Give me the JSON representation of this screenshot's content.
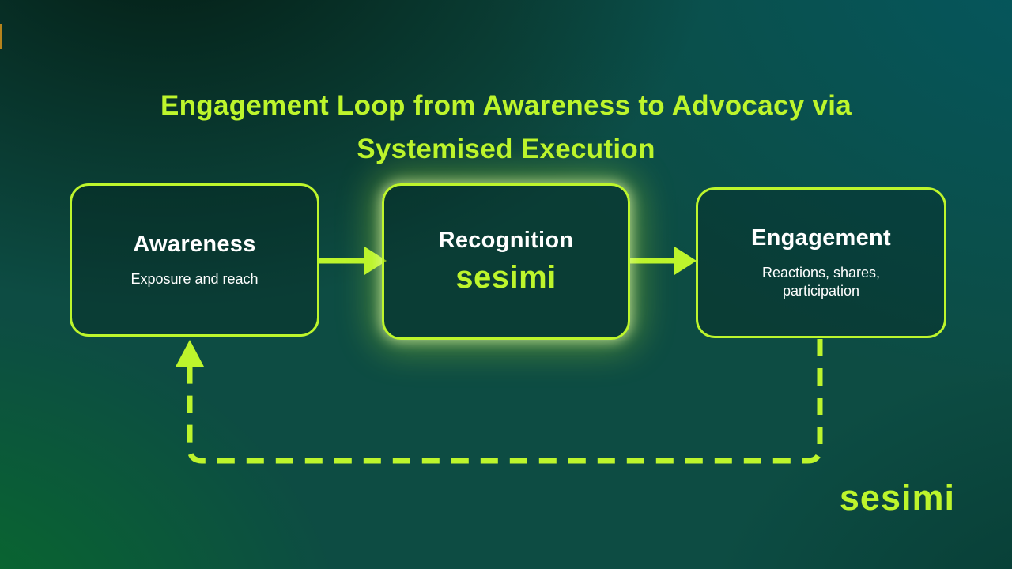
{
  "colors": {
    "accent": "#bdf52c",
    "heading_text": "#ffffff",
    "bg_center": "#0d4c43",
    "bg_top_left": "#031b12",
    "bg_top_right": "#035861",
    "bg_bottom_left": "#077028",
    "bg_bottom_right": "#053830",
    "left_edge_tab": "#b5831c"
  },
  "title": {
    "line1": "Engagement Loop from Awareness to Advocacy via",
    "line2": "Systemised Execution"
  },
  "flow": {
    "awareness": {
      "heading": "Awareness",
      "subtext": "Exposure and reach"
    },
    "recognition": {
      "heading": "Recognition",
      "brand": "sesimi"
    },
    "engagement": {
      "heading": "Engagement",
      "subtext": "Reactions, shares, participation"
    }
  },
  "footer": {
    "logo": "sesimi"
  }
}
